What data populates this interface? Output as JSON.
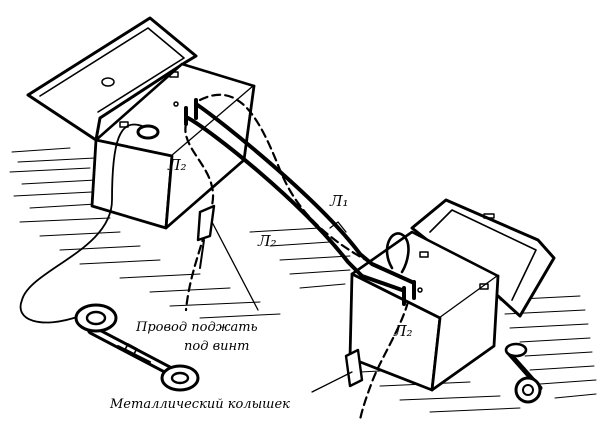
{
  "labels": {
    "l2_left": "Л₂",
    "l1_middle": "Л₁",
    "l2_middle": "Л₂",
    "l2_right": "Л₂"
  },
  "captions": {
    "screw_line1": "Провод поджать",
    "screw_line2": "под винт",
    "stake": "Металлический колышек"
  },
  "colors": {
    "ink": "#000000",
    "paper": "#ffffff"
  }
}
